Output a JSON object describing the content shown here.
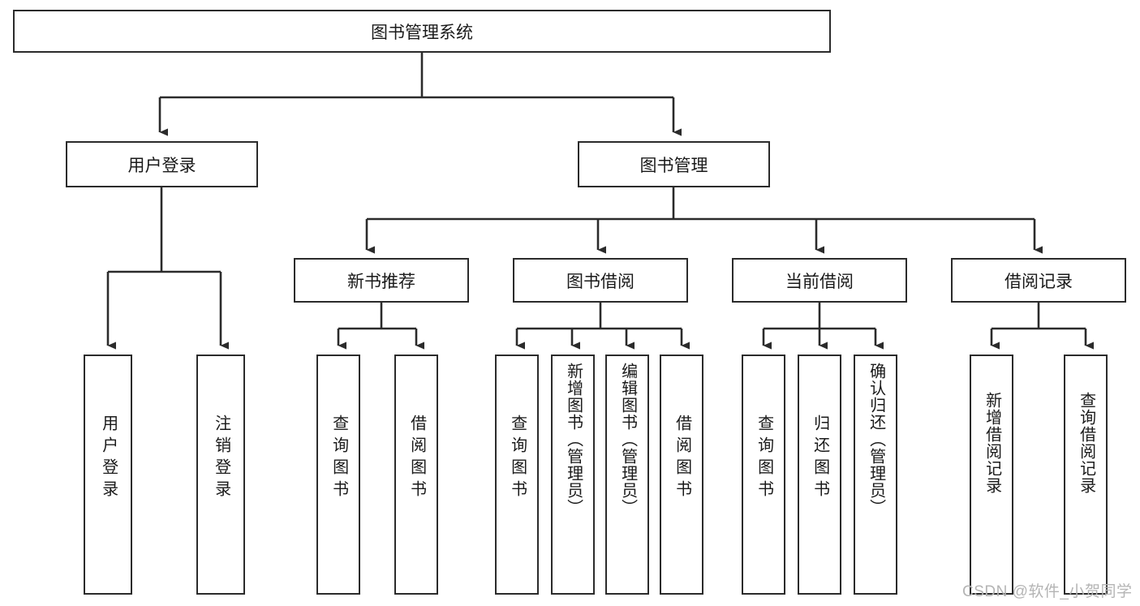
{
  "diagram": {
    "type": "tree-hierarchy-chart",
    "title": "图书管理系统",
    "background_color": "#ffffff",
    "line_color": "#2b2b2b",
    "text_color": "#1a1a1a",
    "levels": 4
  },
  "root": {
    "label": "图书管理系统"
  },
  "level2": [
    {
      "label": "用户登录"
    },
    {
      "label": "图书管理"
    }
  ],
  "level3": [
    {
      "label": "新书推荐"
    },
    {
      "label": "图书借阅"
    },
    {
      "label": "当前借阅"
    },
    {
      "label": "借阅记录"
    }
  ],
  "leaves": {
    "user_login": [
      {
        "label": "用户登录"
      },
      {
        "label": "注销登录"
      }
    ],
    "new_book_recommend": [
      {
        "label": "查询图书"
      },
      {
        "label": "借阅图书"
      }
    ],
    "book_borrow": [
      {
        "label": "查询图书"
      },
      {
        "label": "新增图书（管理员）"
      },
      {
        "label": "编辑图书（管理员）"
      },
      {
        "label": "借阅图书"
      }
    ],
    "current_borrow": [
      {
        "label": "查询图书"
      },
      {
        "label": "归还图书"
      },
      {
        "label": "确认归还（管理员）"
      }
    ],
    "borrow_record": [
      {
        "label": "新增借阅记录"
      },
      {
        "label": "查询借阅记录"
      }
    ]
  },
  "watermark": {
    "text": "CSDN @软件_小贺同学",
    "color": "#b4b4b4"
  }
}
